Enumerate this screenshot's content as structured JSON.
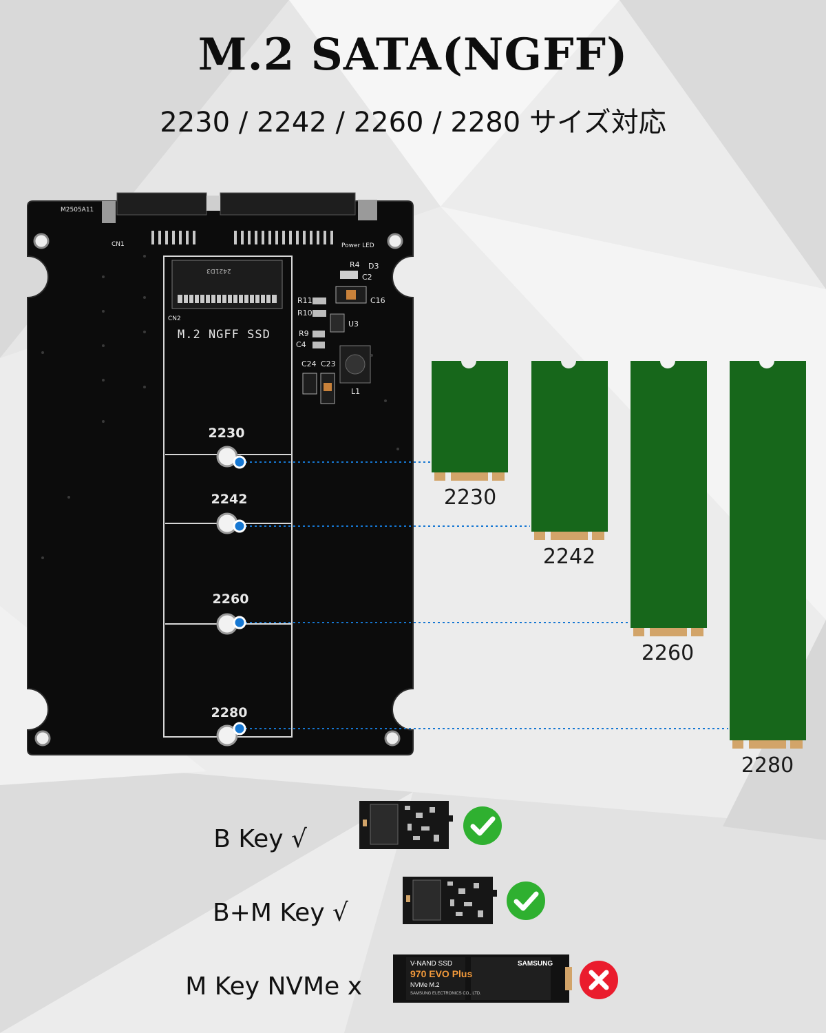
{
  "title": "M.2 SATA(NGFF)",
  "subtitle": "2230 / 2242 / 2260 / 2280 サイズ対応",
  "board": {
    "model": "M2505A11",
    "connector": "CN1",
    "slot_connector": "CN2",
    "power_led": "Power LED",
    "slot_title": "M.2  NGFF SSD",
    "connector_code": "2421D3",
    "components": [
      "R4",
      "D3",
      "C2",
      "C16",
      "R11",
      "R10",
      "U3",
      "R9",
      "C4",
      "C24",
      "C23",
      "L1"
    ],
    "slot_labels": [
      "2230",
      "2242",
      "2260",
      "2280"
    ]
  },
  "ssd_sizes": [
    "2230",
    "2242",
    "2260",
    "2280"
  ],
  "keys": [
    {
      "label": "B Key √",
      "supported": true,
      "icon": "check-circle-icon"
    },
    {
      "label": "B+M Key √",
      "supported": true,
      "icon": "check-circle-icon"
    },
    {
      "label": "M Key NVMe x",
      "supported": false,
      "icon": "cross-circle-icon"
    }
  ],
  "nvme_device": {
    "brand": "SAMSUNG",
    "line1": "V-NAND SSD",
    "product": "970 EVO Plus",
    "form": "NVMe M.2",
    "maker": "SAMSUNG ELECTRONICS CO., LTD."
  },
  "colors": {
    "pcb": "#0d0d0d",
    "ssd_green": "#17671b",
    "gold": "#d2a469",
    "marker_blue": "#1677d2",
    "check_green": "#2fb030",
    "cross_red": "#ea1c2d"
  }
}
